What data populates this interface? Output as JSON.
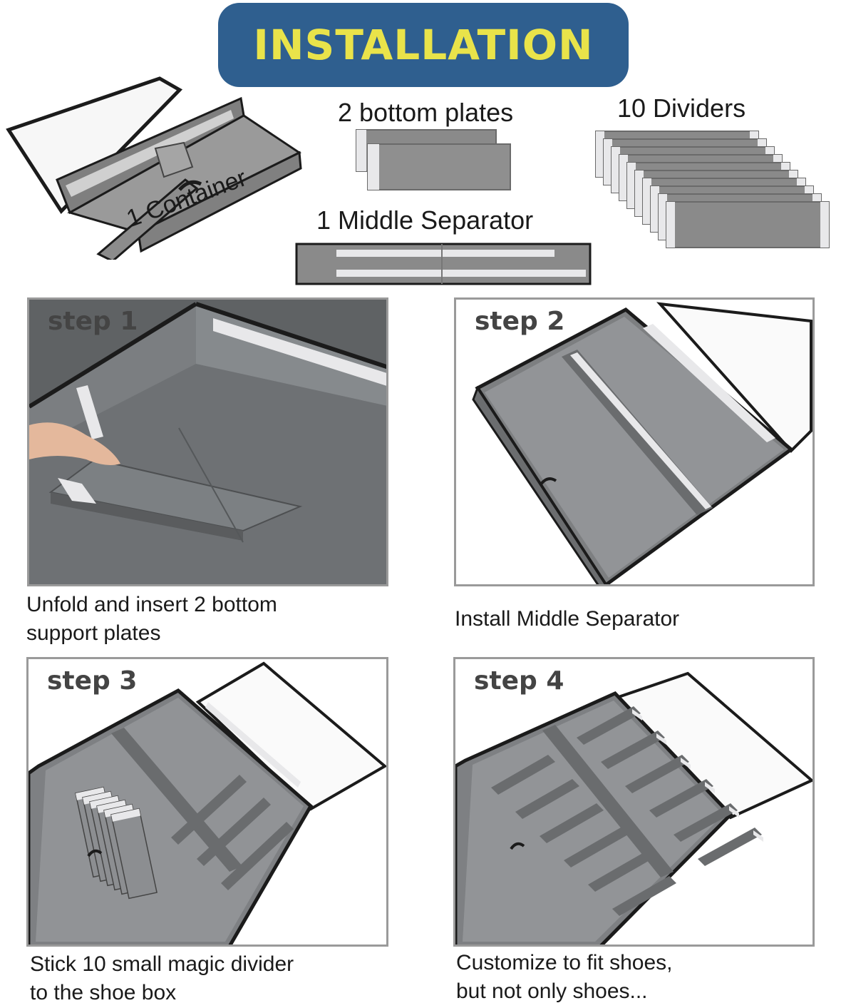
{
  "banner": {
    "title": "INSTALLATION",
    "background": "#2f5f8f",
    "text_color": "#e9e34a"
  },
  "parts": {
    "container": "1 Container",
    "bottom_plates": "2 bottom plates",
    "dividers": "10 Dividers",
    "middle_separator": "1 Middle Separator"
  },
  "steps": [
    {
      "title": "step 1",
      "caption_lines": [
        "Unfold and insert 2 bottom",
        "support plates"
      ]
    },
    {
      "title": "step 2",
      "caption_lines": [
        "Install Middle Separator"
      ]
    },
    {
      "title": "step 3",
      "caption_lines": [
        "Stick 10 small magic divider",
        "to the shoe box"
      ]
    },
    {
      "title": "step 4",
      "caption_lines": [
        "Customize to fit shoes,",
        "but not only shoes..."
      ]
    }
  ],
  "colors": {
    "fabric": "#8a8a8a",
    "fabric_dark": "#6b6b6b",
    "trim": "#1b1b1b",
    "velcro": "#e8e8ea"
  }
}
